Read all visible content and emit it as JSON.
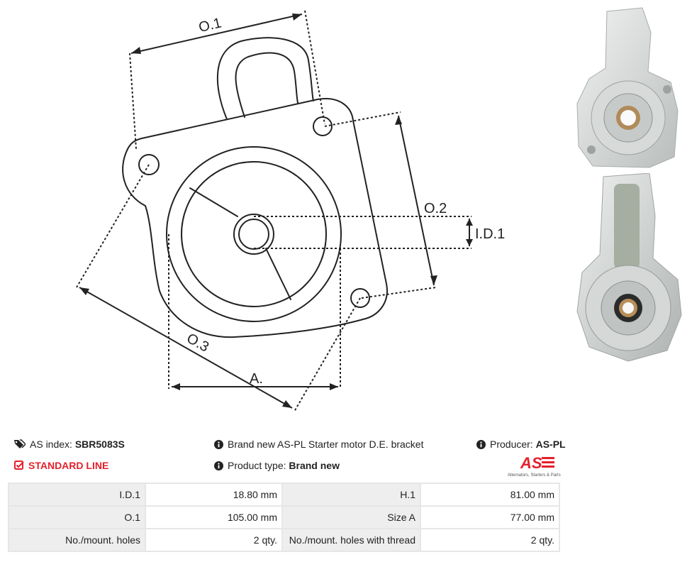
{
  "drawing": {
    "labels": {
      "o1": "O.1",
      "o2": "O.2",
      "o3": "O.3",
      "id1": "I.D.1",
      "a": "A."
    }
  },
  "info": {
    "as_index_label": "AS index:",
    "as_index_value": "SBR5083S",
    "standard_line": "STANDARD LINE",
    "description": "Brand new AS-PL Starter motor D.E. bracket",
    "product_type_label": "Product type:",
    "product_type_value": "Brand new",
    "producer_label": "Producer:",
    "producer_value": "AS-PL"
  },
  "logo": {
    "mark": "AS",
    "tagline": "Alternators, Starters & Parts",
    "color": "#e4212b"
  },
  "specs": {
    "rows": [
      [
        {
          "label": "I.D.1",
          "value": "18.80 mm"
        },
        {
          "label": "H.1",
          "value": "81.00 mm"
        }
      ],
      [
        {
          "label": "O.1",
          "value": "105.00 mm"
        },
        {
          "label": "Size A",
          "value": "77.00 mm"
        }
      ],
      [
        {
          "label": "No./mount. holes",
          "value": "2 qty."
        },
        {
          "label": "No./mount. holes with thread",
          "value": "2 qty."
        }
      ]
    ]
  },
  "icons": {
    "tags": "tags-icon",
    "info": "info-circle-icon",
    "check": "check-square-icon"
  }
}
